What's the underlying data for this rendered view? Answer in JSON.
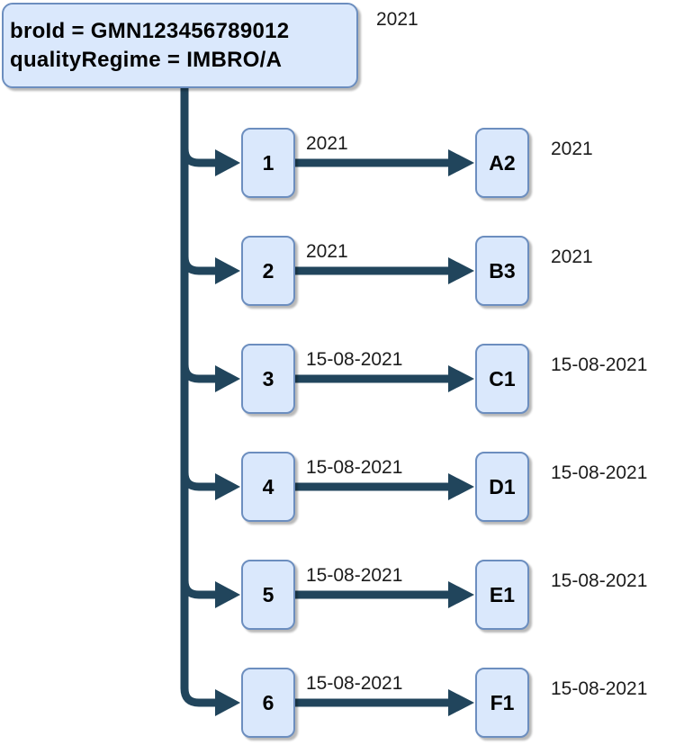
{
  "diagram": {
    "root": {
      "line1": "broId = GMN123456789012",
      "line2": "qualityRegime = IMBRO/A",
      "annotation": "2021"
    },
    "rows": [
      {
        "source": "1",
        "target": "A2",
        "edge_label": "2021",
        "right_label": "2021"
      },
      {
        "source": "2",
        "target": "B3",
        "edge_label": "2021",
        "right_label": "2021"
      },
      {
        "source": "3",
        "target": "C1",
        "edge_label": "15-08-2021",
        "right_label": "15-08-2021"
      },
      {
        "source": "4",
        "target": "D1",
        "edge_label": "15-08-2021",
        "right_label": "15-08-2021"
      },
      {
        "source": "5",
        "target": "E1",
        "edge_label": "15-08-2021",
        "right_label": "15-08-2021"
      },
      {
        "source": "6",
        "target": "F1",
        "edge_label": "15-08-2021",
        "right_label": "15-08-2021"
      }
    ],
    "colors": {
      "connector": "#21455c",
      "box_fill": "#dae8fc",
      "box_border": "#6c8ebf"
    }
  }
}
